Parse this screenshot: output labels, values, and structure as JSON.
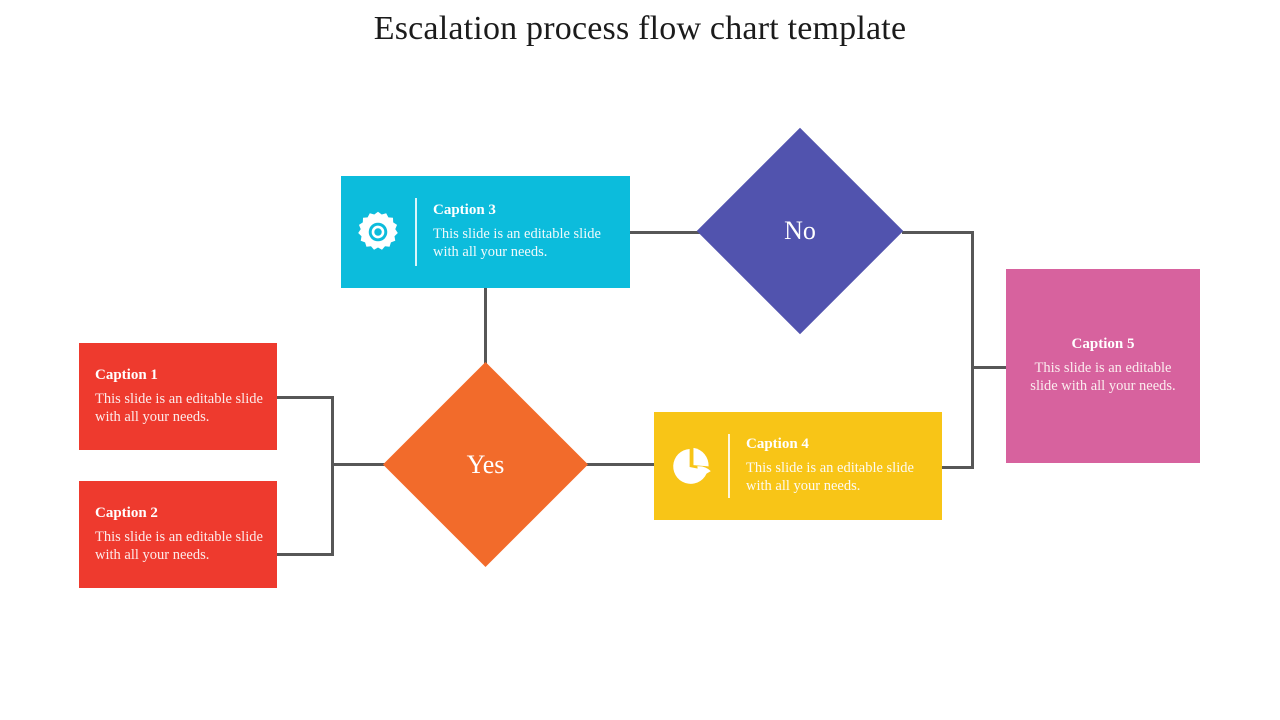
{
  "slide": {
    "title": "Escalation process flow chart template",
    "background": "#ffffff"
  },
  "palette": {
    "red": "#EE3A2E",
    "cyan": "#0CBCDC",
    "purple": "#5153AE",
    "orange": "#F26B2B",
    "yellow": "#F8C517",
    "pink": "#D7629E",
    "connector": "#575757",
    "text_on_color": "#FFFFFF"
  },
  "common": {
    "body_text": "This slide is an editable slide with all your needs."
  },
  "nodes": {
    "caption1": {
      "caption": "Caption 1",
      "body": "This slide is an editable slide with all your needs.",
      "color": "#EE3A2E",
      "shape": "rectangle"
    },
    "caption2": {
      "caption": "Caption 2",
      "body": "This slide is an editable slide with all your needs.",
      "color": "#EE3A2E",
      "shape": "rectangle"
    },
    "caption3": {
      "caption": "Caption 3",
      "body": "This slide is an editable slide with all your needs.",
      "color": "#0CBCDC",
      "shape": "rectangle",
      "icon": "gear-icon"
    },
    "caption4": {
      "caption": "Caption 4",
      "body": "This slide is an editable slide with all your needs.",
      "color": "#F8C517",
      "shape": "rectangle",
      "icon": "pie-chart-icon"
    },
    "caption5": {
      "caption": "Caption 5",
      "body": "This slide is an editable slide with all your needs.",
      "color": "#D7629E",
      "shape": "rectangle"
    },
    "decision_yes": {
      "label": "Yes",
      "color": "#F26B2B",
      "shape": "diamond"
    },
    "decision_no": {
      "label": "No",
      "color": "#5153AE",
      "shape": "diamond"
    }
  },
  "flow": {
    "edges": [
      {
        "from": "caption1",
        "to": "decision_yes"
      },
      {
        "from": "caption2",
        "to": "decision_yes"
      },
      {
        "from": "caption3",
        "to": "decision_yes"
      },
      {
        "from": "caption3",
        "to": "decision_no"
      },
      {
        "from": "decision_yes",
        "to": "caption4"
      },
      {
        "from": "decision_no",
        "to": "caption5"
      },
      {
        "from": "caption4",
        "to": "caption5"
      }
    ]
  }
}
